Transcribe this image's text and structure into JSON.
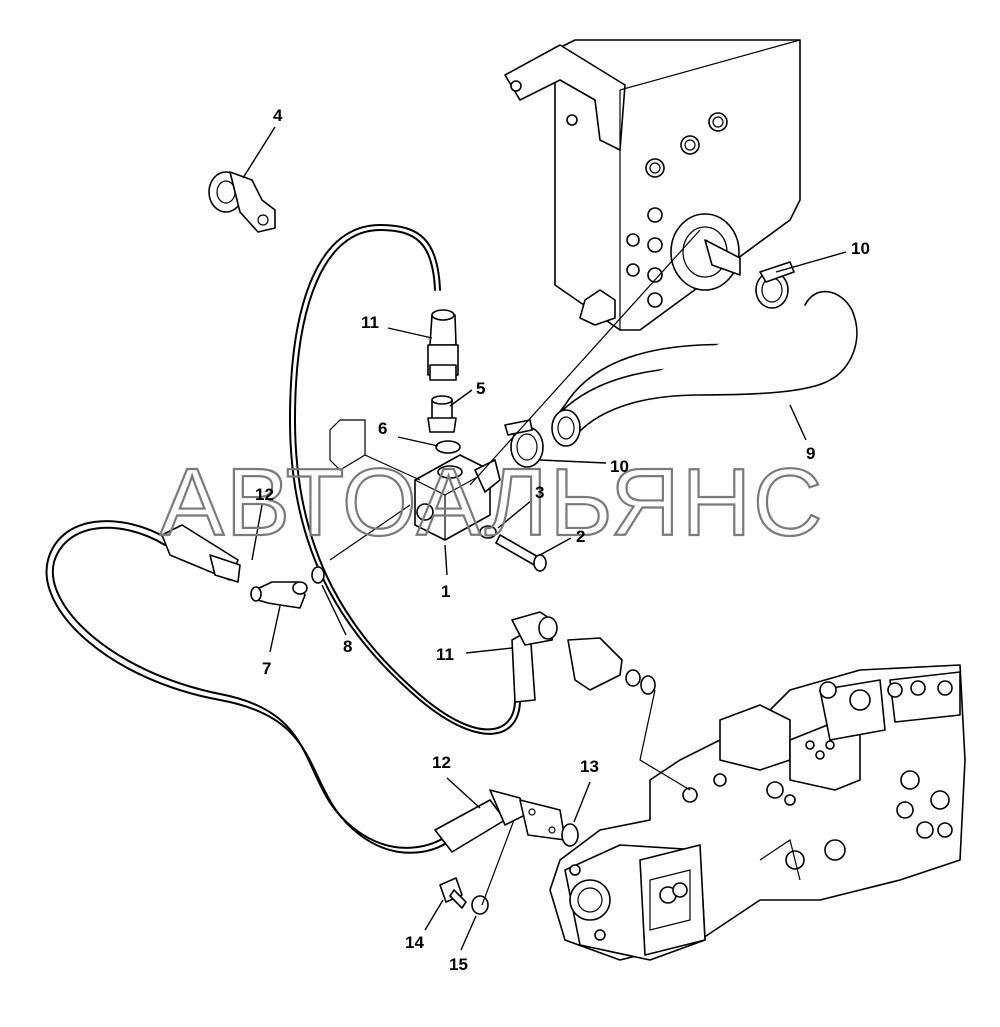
{
  "watermark": "АВТОАЛЬЯНС",
  "callouts": [
    {
      "id": "c4",
      "text": "4"
    },
    {
      "id": "c11a",
      "text": "11"
    },
    {
      "id": "c5",
      "text": "5"
    },
    {
      "id": "c6",
      "text": "6"
    },
    {
      "id": "c10a",
      "text": "10"
    },
    {
      "id": "c10b",
      "text": "10"
    },
    {
      "id": "c9",
      "text": "9"
    },
    {
      "id": "c12a",
      "text": "12"
    },
    {
      "id": "c3",
      "text": "3"
    },
    {
      "id": "c2",
      "text": "2"
    },
    {
      "id": "c1",
      "text": "1"
    },
    {
      "id": "c7",
      "text": "7"
    },
    {
      "id": "c8",
      "text": "8"
    },
    {
      "id": "c11b",
      "text": "11"
    },
    {
      "id": "c12b",
      "text": "12"
    },
    {
      "id": "c13",
      "text": "13"
    },
    {
      "id": "c14",
      "text": "14"
    },
    {
      "id": "c15",
      "text": "15"
    }
  ]
}
